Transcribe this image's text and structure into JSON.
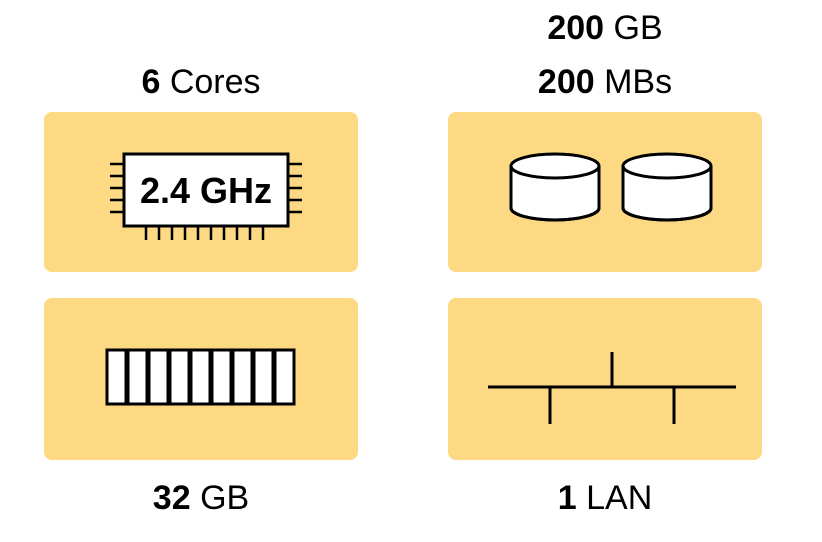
{
  "colors": {
    "tile_fill": "#FDD984",
    "stroke": "#000000",
    "background": "#FFFFFF"
  },
  "cpu": {
    "label_value": "6",
    "label_unit": "Cores",
    "chip_text": "2.4 GHz",
    "icon": "cpu-chip-icon"
  },
  "storage": {
    "capacity_value": "200",
    "capacity_unit": "GB",
    "throughput_value": "200",
    "throughput_unit": "MBs",
    "icon": "disk-cylinder-icon",
    "disk_count": 2
  },
  "memory": {
    "label_value": "32",
    "label_unit": "GB",
    "icon": "ram-module-icon",
    "cell_count": 9
  },
  "network": {
    "label_value": "1",
    "label_unit": "LAN",
    "icon": "network-bus-icon"
  }
}
